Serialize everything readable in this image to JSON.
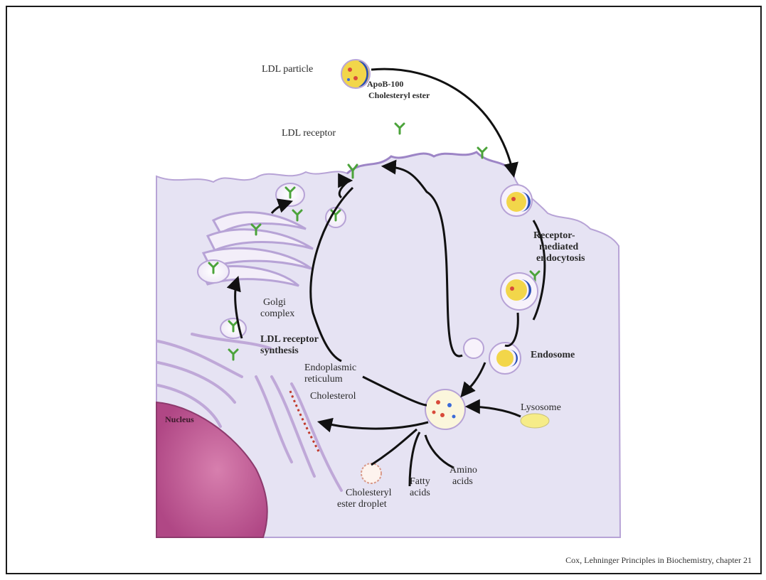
{
  "labels": {
    "ldl_particle": "LDL particle",
    "apob100": "ApoB-100",
    "cholesteryl_ester": "Cholesteryl ester",
    "ldl_receptor": "LDL receptor",
    "receptor_mediated_1": "Receptor-",
    "receptor_mediated_2": "mediated",
    "receptor_mediated_3": "endocytosis",
    "golgi_1": "Golgi",
    "golgi_2": "complex",
    "ldl_synth_1": "LDL receptor",
    "ldl_synth_2": "synthesis",
    "er_1": "Endoplasmic",
    "er_2": "reticulum",
    "cholesterol": "Cholesterol",
    "endosome": "Endosome",
    "lysosome": "Lysosome",
    "nucleus": "Nucleus",
    "amino_1": "Amino",
    "amino_2": "acids",
    "fatty_1": "Fatty",
    "fatty_2": "acids",
    "droplet_1": "Cholesteryl",
    "droplet_2": "ester droplet"
  },
  "citation": "Cox, Lehninger Principles in Biochemistry, chapter 21",
  "colors": {
    "cytoplasm": "#e4e2f2",
    "membrane": "#b9a6d6",
    "nucleus": "#c25a94",
    "receptor": "#4ba33a",
    "apob": "#2a4fb5",
    "ester_core": "#f2d64a",
    "arrow": "#111111"
  }
}
